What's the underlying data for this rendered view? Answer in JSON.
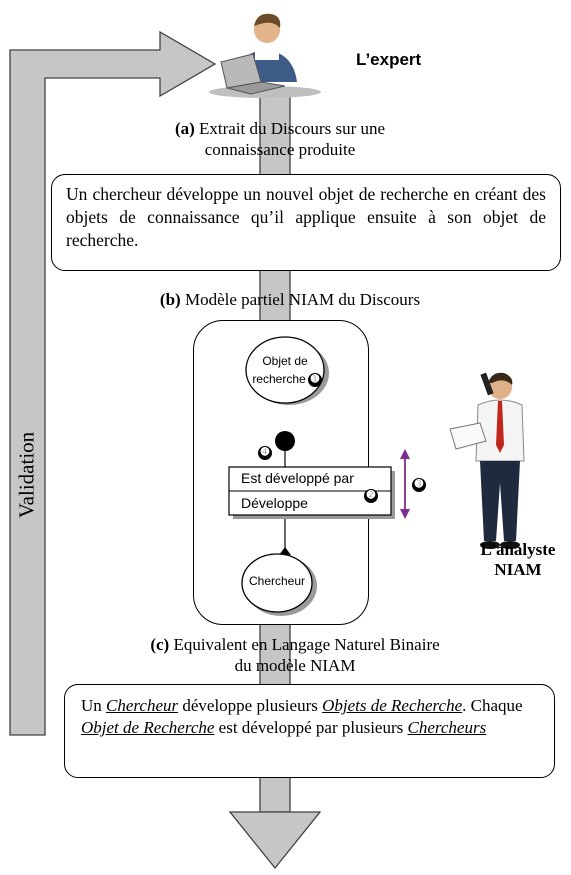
{
  "expert": {
    "label": "L’expert"
  },
  "analyst": {
    "label_line1": "L’analyste",
    "label_line2": "NIAM"
  },
  "validation": {
    "label": "Validation"
  },
  "caption_a": {
    "letter": "(a)",
    "text": "Extrait du Discours sur une",
    "text2": "connaissance produite"
  },
  "discourse": {
    "text": "Un chercheur développe un nouvel objet de recherche en créant des objets de connaissance qu’il applique ensuite à son objet de recherche."
  },
  "caption_b": {
    "letter": "(b)",
    "text": "Modèle partiel NIAM du Discours"
  },
  "niam": {
    "entity_top_line1": "Objet de",
    "entity_top_line2": "recherche",
    "role_top": "Est développé par",
    "role_bottom": "Développe",
    "entity_bottom": "Chercheur",
    "markers": [
      "➊",
      "➋",
      "➌",
      "➍"
    ]
  },
  "caption_c": {
    "letter": "(c)",
    "text": "Equivalent en Langage Naturel Binaire",
    "text2": "du modèle NIAM"
  },
  "lnbt": {
    "p1": "Un ",
    "chercheur": "Chercheur",
    "p2": " développe plusieurs ",
    "objets": "Objets de Recherche",
    "p3": ". Chaque ",
    "objet": "Objet de Recherche",
    "p4": " est développé par plusieurs ",
    "chercheurs": "Chercheurs"
  },
  "colors": {
    "arrow_fill": "#c6c6c6",
    "arrow_stroke": "#404040",
    "purple": "#7b2c8e"
  }
}
